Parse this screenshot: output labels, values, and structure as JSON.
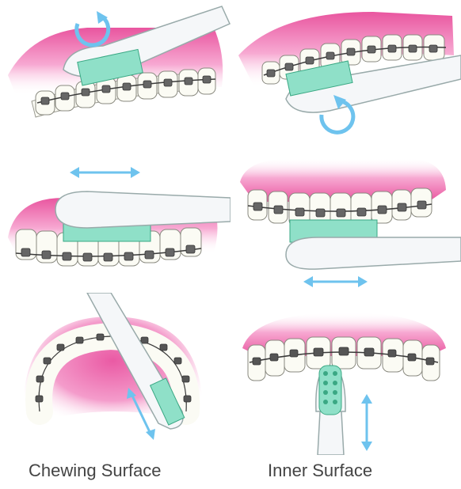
{
  "labels": {
    "left": "Chewing Surface",
    "right": "Inner Surface"
  },
  "panels": [
    {
      "id": "upper-outer-brushing",
      "motion": "circular"
    },
    {
      "id": "lower-inner-brushing",
      "motion": "circular"
    },
    {
      "id": "lower-chewing-brushing",
      "motion": "horizontal"
    },
    {
      "id": "upper-inner-brushing",
      "motion": "horizontal"
    },
    {
      "id": "arch-chewing-brushing",
      "motion": "diagonal"
    },
    {
      "id": "front-inner-vertical-brushing",
      "motion": "vertical"
    }
  ],
  "colors": {
    "gum": "#f28bc0",
    "gum_dark": "#e0559e",
    "tooth": "#fbfbf4",
    "bracket": "#555555",
    "wire": "#3a3a3a",
    "bristle": "#8fe0c8",
    "bristle_dark": "#3aa884",
    "handle": "#f5f7f9",
    "arrow": "#6ec3ee"
  }
}
